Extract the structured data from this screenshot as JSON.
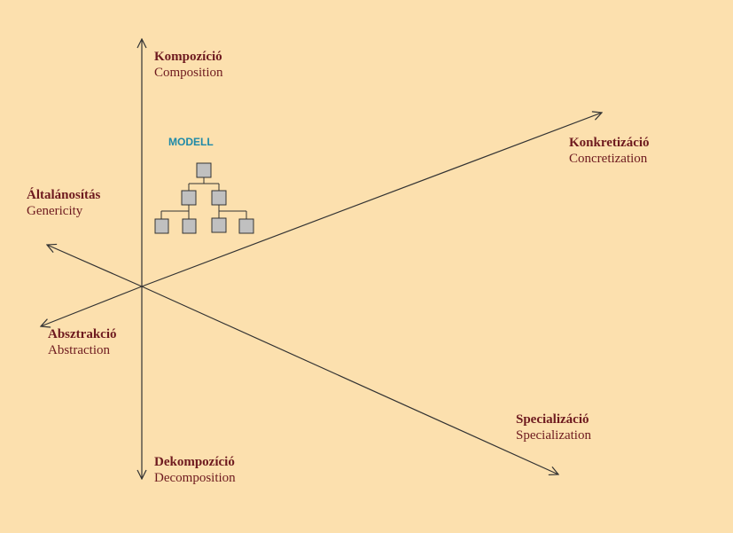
{
  "axes": {
    "composition": {
      "hu": "Kompozíció",
      "en": "Composition"
    },
    "decomposition": {
      "hu": "Dekompozíció",
      "en": "Decomposition"
    },
    "concretization": {
      "hu": "Konkretizáció",
      "en": "Concretization"
    },
    "abstraction": {
      "hu": "Absztrakció",
      "en": "Abstraction"
    },
    "genericity": {
      "hu": "Általánosítás",
      "en": "Genericity"
    },
    "specialization": {
      "hu": "Specializáció",
      "en": "Specialization"
    }
  },
  "model": {
    "title": "MODELL"
  },
  "colors": {
    "background": "#FCE0AE",
    "label": "#6E1A1F",
    "model_title": "#1F8AA8",
    "axis": "#333333",
    "node_fill": "#C0C0C0"
  }
}
